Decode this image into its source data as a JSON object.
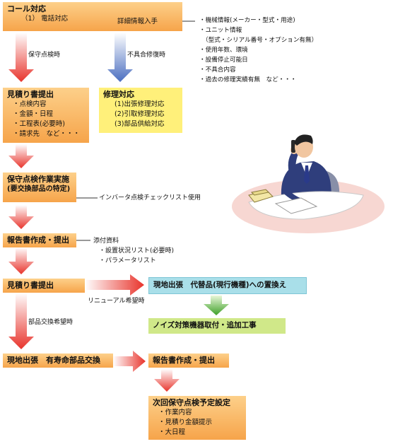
{
  "call": {
    "title": "コール対応",
    "item": "（1） 電話対応",
    "detail_label": "詳細情報入手"
  },
  "info_list": [
    "・機械情報(メーカー・型式・用途)",
    "・ユニット情報",
    "（型式・シリアル番号・オプション有無）",
    "・使用年数、環境",
    "・設備停止可能日",
    "・不具合内容",
    "・過去の修理実績有無　など・・・"
  ],
  "labels": {
    "maintenance": "保守点検時",
    "failure": "不具合修復時",
    "renewal": "リニューアル希望時",
    "parts_request": "部品交換希望時",
    "inverter": "インバータ点検チェックリスト使用"
  },
  "estimate1": {
    "title": "見積り書提出",
    "items": [
      "・点検内容",
      "・金額・日程",
      "・工程表(必要時)",
      "・請求先　など・・・"
    ]
  },
  "repair": {
    "title": "修理対応",
    "items": [
      "(1)出張修理対応",
      "(2)引取修理対応",
      "(3)部品供給対応"
    ]
  },
  "inspection": {
    "title": "保守点検作業実施",
    "sub": "(要交換部品の特定)"
  },
  "report1": {
    "title": "報告書作成・提出"
  },
  "attachments": [
    "添付資料",
    "・設置状況リスト(必要時)",
    "・パラメータリスト"
  ],
  "estimate2": {
    "title": "見積り書提出"
  },
  "replacement": {
    "title": "現地出張　代替品(現行機種)への置換え"
  },
  "noise": {
    "title": "ノイズ対策機器取付・追加工事"
  },
  "field_parts": {
    "title": "現地出張　有寿命部品交換"
  },
  "report2": {
    "title": "報告書作成・提出"
  },
  "next_plan": {
    "title": "次回保守点検予定設定",
    "items": [
      "・作業内容",
      "・見積り金額提示",
      "・大日程"
    ]
  },
  "colors": {
    "orange_top": "#fdd08a",
    "orange_bottom": "#f6a44a",
    "yellow": "#fff07a",
    "cyan": "#a9dfe9",
    "green": "#d0e889",
    "red_arrow": "#e8342c",
    "blue_arrow": "#5878c0",
    "green_arrow": "#4aa830"
  },
  "illustration": "man-on-phone-at-desk"
}
